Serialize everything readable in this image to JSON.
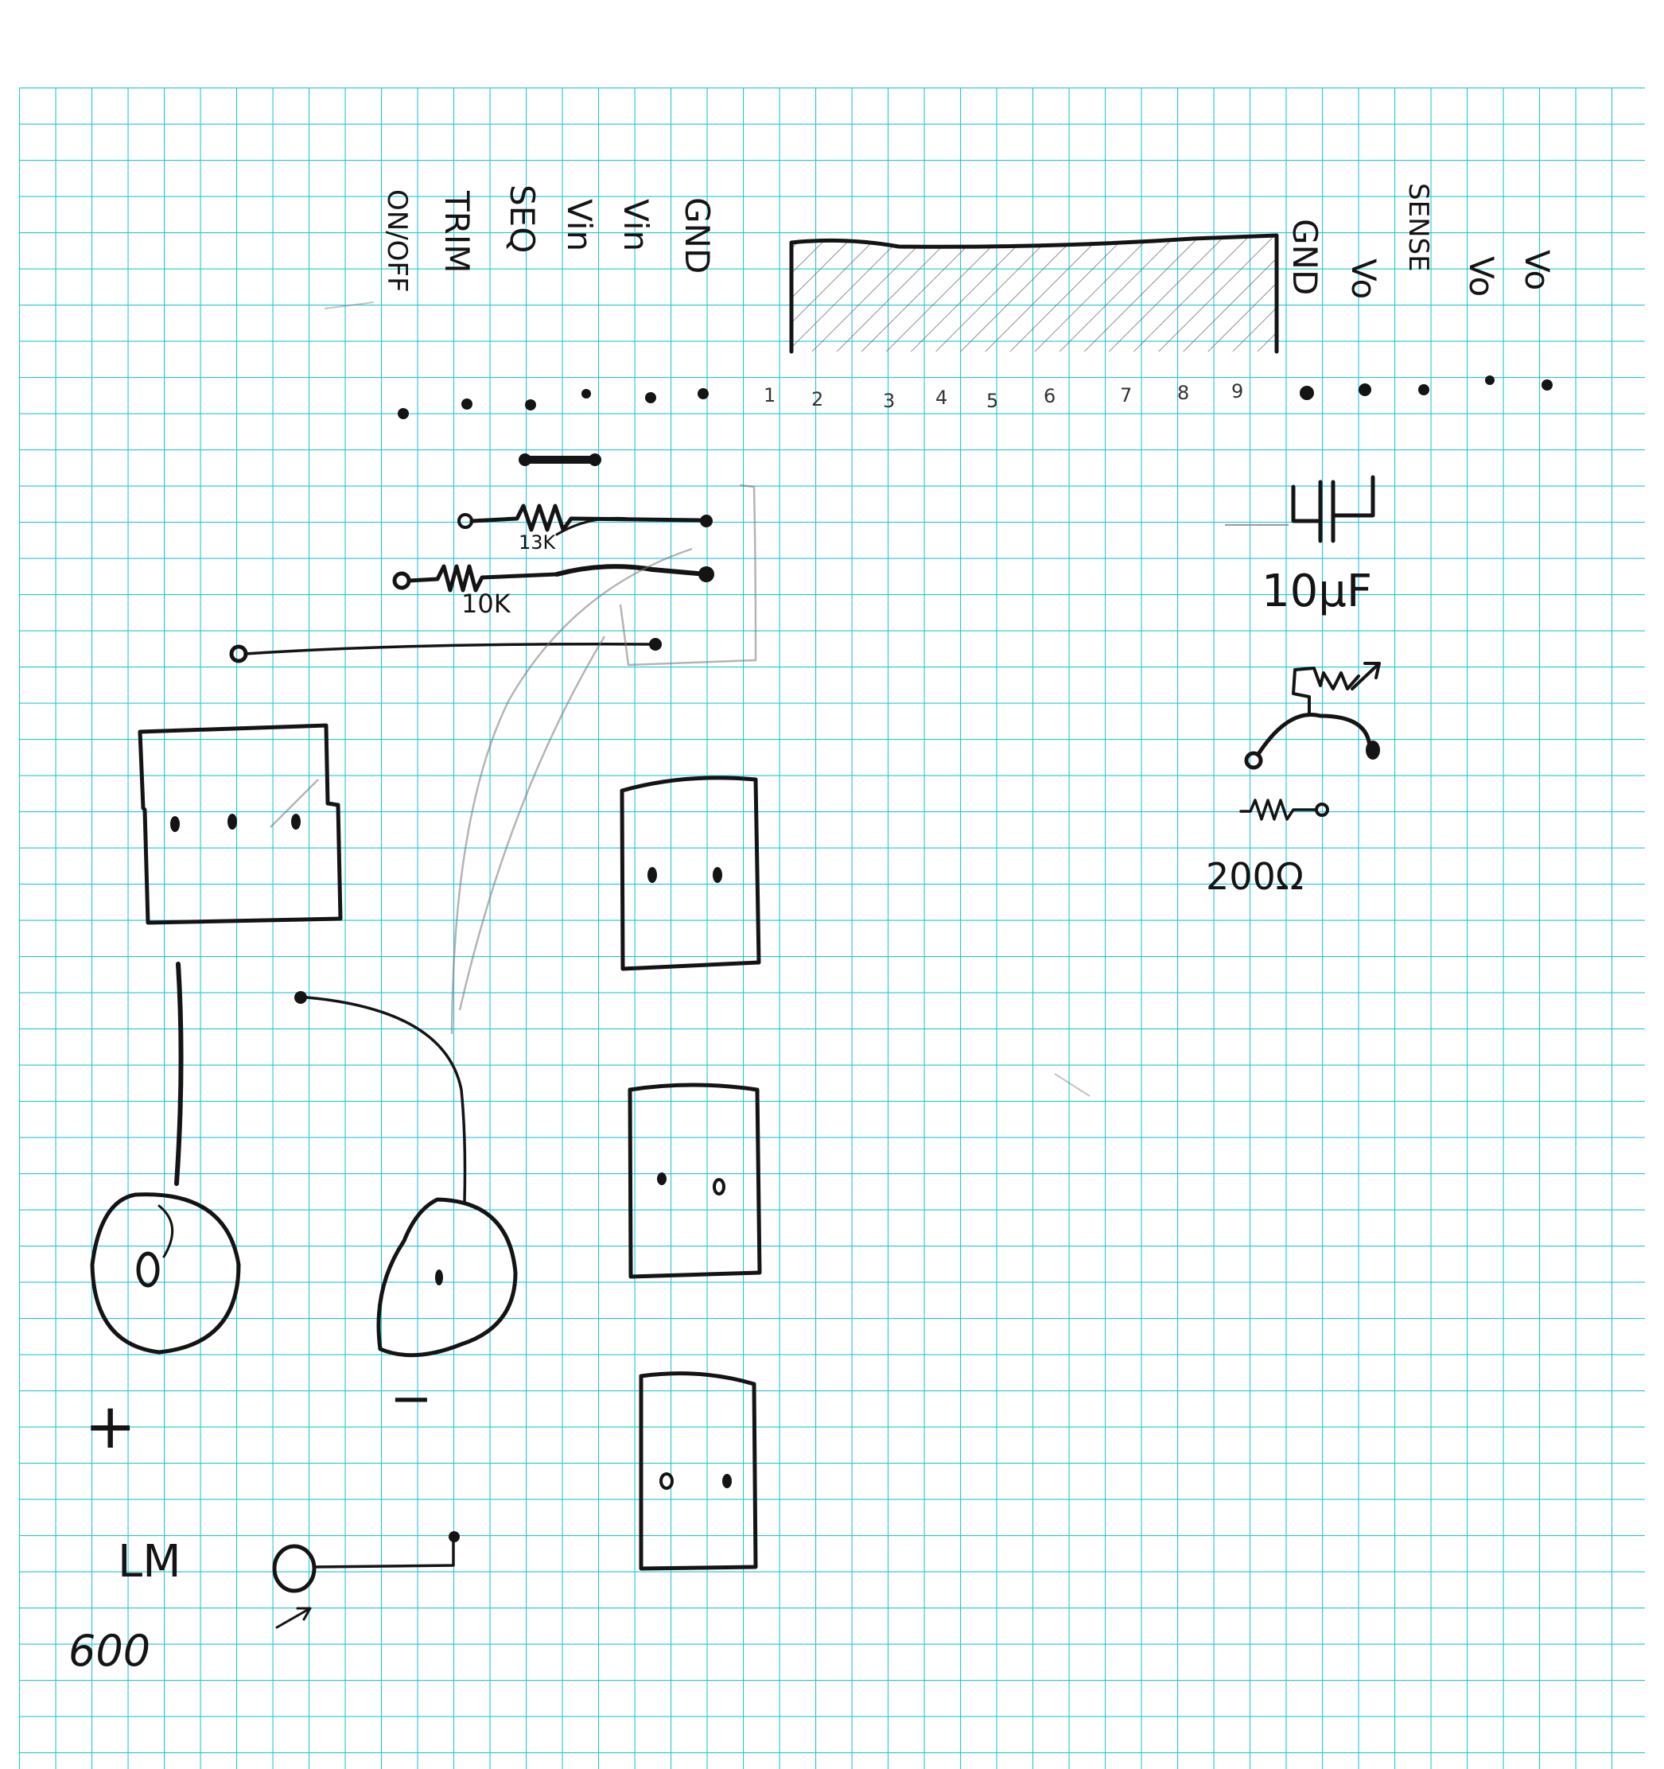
{
  "colors": {
    "paper": "#ffffff",
    "grid": "#23c4dc",
    "ink": "#141414"
  },
  "header_labels": {
    "on_off": "ON/OFF",
    "trim": "TRIM",
    "seq": "SEQ",
    "vin_1": "Vin",
    "vin_2": "Vin",
    "gnd_left": "GND",
    "gnd_right": "GND",
    "vo_1": "Vo",
    "sense": "SENSE",
    "vo_2": "Vo",
    "vo_3": "Vo"
  },
  "pin_numbers": [
    "1",
    "2",
    "3",
    "4",
    "5",
    "6",
    "7",
    "8",
    "9"
  ],
  "component_labels": {
    "r_13k": "13K",
    "r_10k": "10K",
    "capacitor_value": "10μF",
    "resistor_200": "200Ω",
    "plus_terminal": "+",
    "minus_terminal": "−",
    "led_part": "LM",
    "led_value": "600"
  }
}
